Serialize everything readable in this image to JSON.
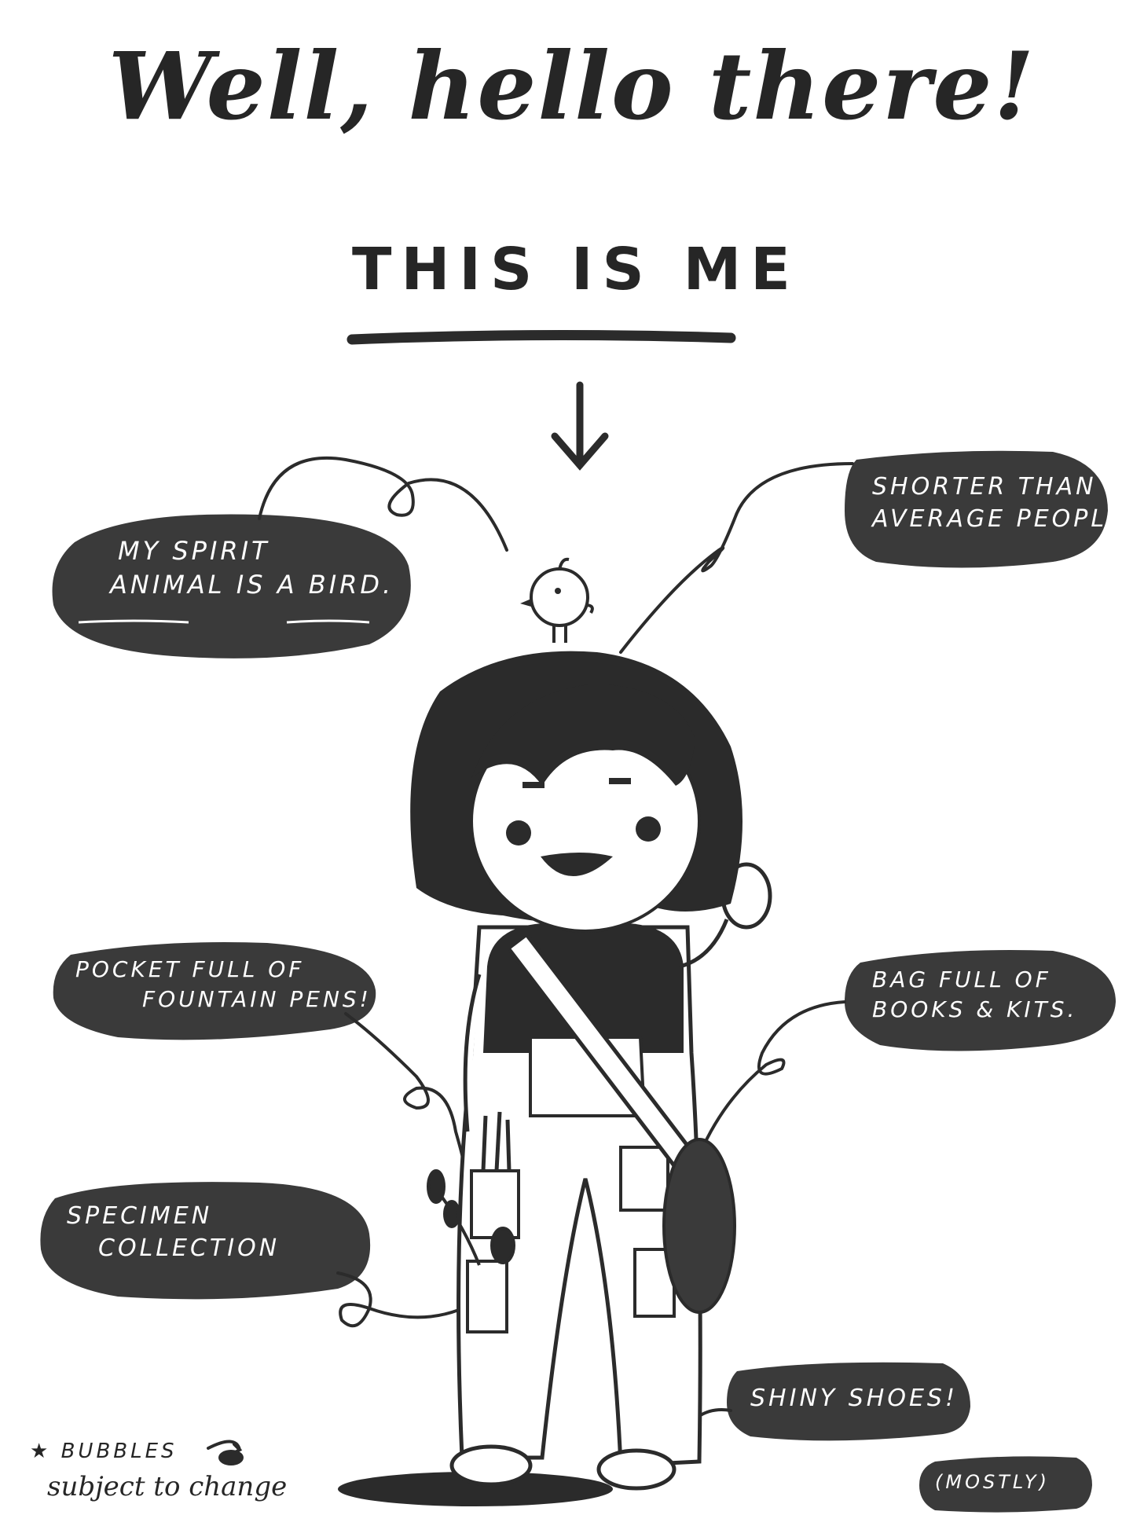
{
  "title": "Well, hello there!",
  "subtitle": "THIS IS ME",
  "bubbles": {
    "spirit": {
      "line1": "MY SPIRIT",
      "animal": "ANIMAL",
      "is_a": " IS A ",
      "bird": "BIRD",
      "period": "."
    },
    "shorter": {
      "line1": "SHORTER THAN",
      "line2": "AVERAGE PEOPLE"
    },
    "pocket": {
      "line1": "POCKET FULL OF",
      "line2": "FOUNTAIN PENS!"
    },
    "bag": {
      "line1": "BAG FULL OF",
      "line2": "BOOKS & KITS."
    },
    "specimen": {
      "line1": "SPECIMEN",
      "line2": "COLLECTION"
    },
    "shoes": {
      "line1": "SHINY SHOES!"
    },
    "mostly": {
      "line1": "(MOSTLY)"
    }
  },
  "footnote": {
    "star": "★",
    "line1": "BUBBLES",
    "line2": "subject to change"
  },
  "colors": {
    "ink": "#2b2b2b",
    "paper": "#ffffff",
    "bubble": "#3a3a3a"
  }
}
